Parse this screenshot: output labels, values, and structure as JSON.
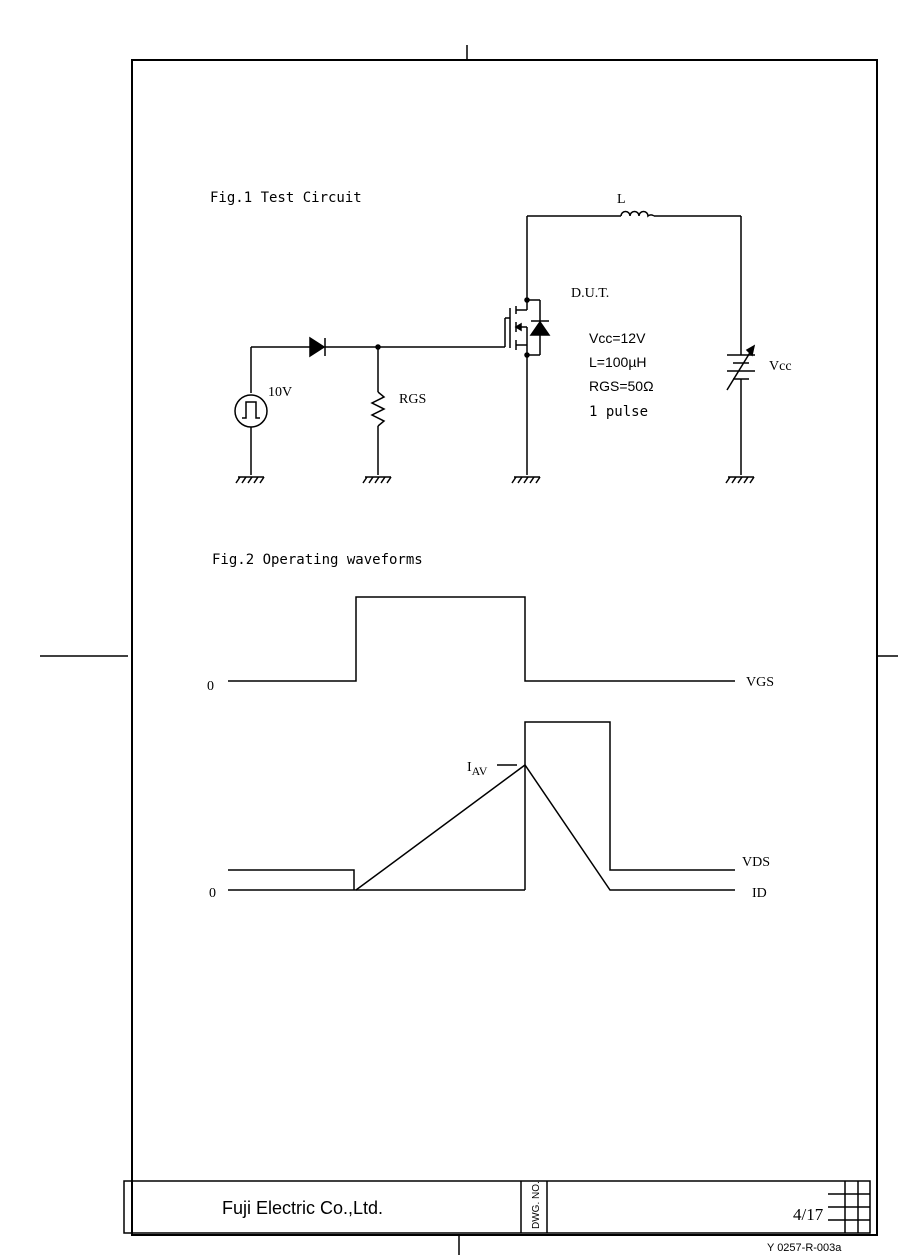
{
  "fig1": {
    "title": "Fig.1  Test Circuit",
    "inductor_label": "L",
    "dut_label": "D.U.T.",
    "source_label": "10V",
    "resistor_label": "RGS",
    "supply_label": "Vcc",
    "params": [
      "Vcc=12V",
      "L=100µH",
      "RGS=50Ω",
      "1 pulse"
    ]
  },
  "fig2": {
    "title": "Fig.2  Operating waveforms",
    "vgs_zero": "0",
    "vgs_label": "VGS",
    "id_zero": "0",
    "iav_label": "I",
    "iav_sub": "AV",
    "vds_label": "VDS",
    "id_label": "ID"
  },
  "footer": {
    "company": "Fuji Electric Co.,Ltd.",
    "dwg_label": "DWG. NO.",
    "page": "4/17",
    "form_code": "Y 0257-R-003a"
  },
  "colors": {
    "ink": "#000000",
    "paper": "#ffffff"
  }
}
